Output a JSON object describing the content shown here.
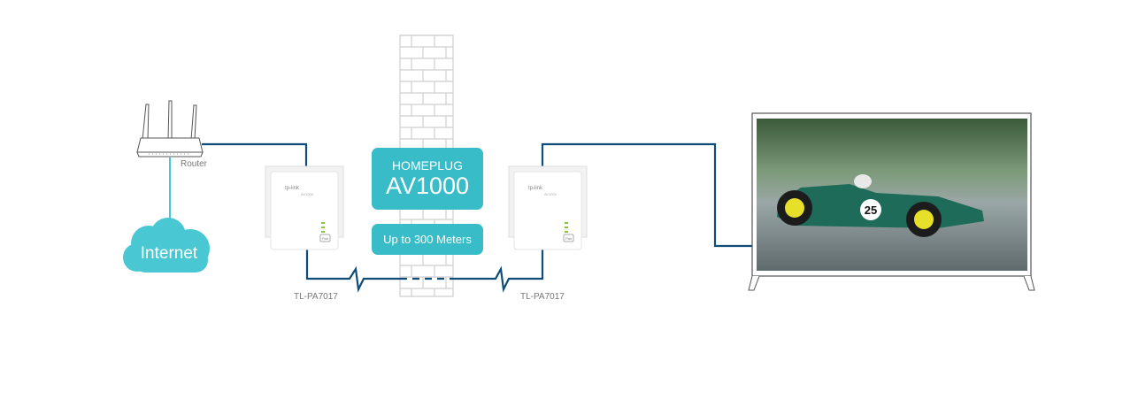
{
  "labels": {
    "router": "Router",
    "internet": "Internet",
    "adapter_left": "TL-PA7017",
    "adapter_right": "TL-PA7017",
    "standard_line1": "HOMEPLUG",
    "standard_line2": "AV1000",
    "range": "Up to 300 Meters",
    "adapter_brand": "tp-link",
    "adapter_model_mark": "AV1000",
    "pair_button": "Pair",
    "car_number": "25"
  },
  "colors": {
    "cable": "#0f4c78",
    "accent": "#37bcc8",
    "cloud": "#49c7d3",
    "wall": "#c9c9c9"
  }
}
